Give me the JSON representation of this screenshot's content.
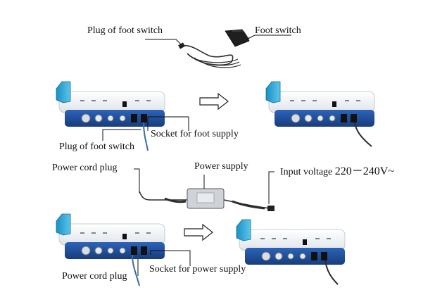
{
  "labels": {
    "foot_switch_plug": "Plug of foot switch",
    "foot_switch": "Foot switch",
    "foot_plug_bottom": "Plug of foot switch",
    "foot_socket": "Socket for foot supply",
    "power_cord_plug_top": "Power cord plug",
    "power_supply": "Power supply",
    "input_voltage_prefix": "Input voltage ",
    "input_voltage_value": "220－240V~",
    "power_cord_plug_bottom": "Power cord plug",
    "power_socket": "Socket for power supply"
  },
  "colors": {
    "device_blue": "#1f4f9c",
    "device_white": "#eef1f5",
    "cap_blue": "#2aa6d8",
    "cable": "#2c2c2c",
    "cable_blue": "#3b6ea8",
    "arrow": "#222222"
  }
}
